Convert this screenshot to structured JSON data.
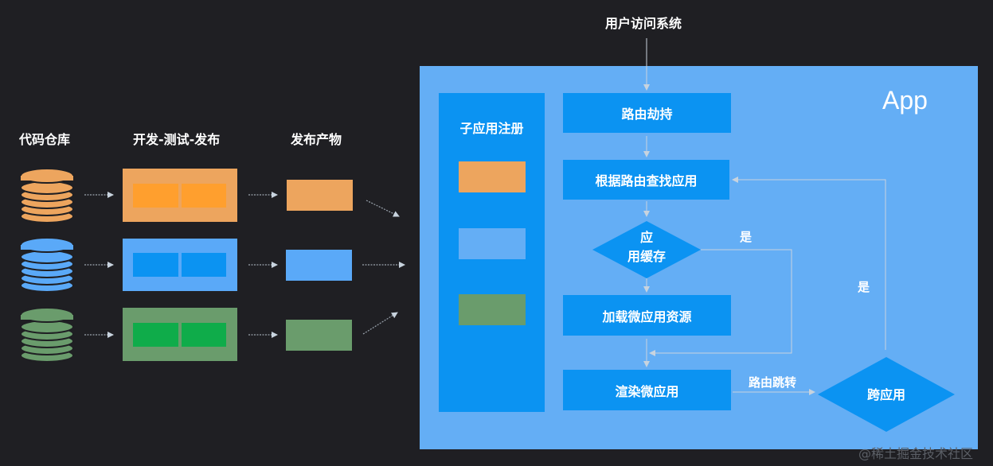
{
  "left_headings": {
    "repo": "代码仓库",
    "pipeline": "开发-测试-发布",
    "artifacts": "发布产物"
  },
  "top_label": "用户访问系统",
  "app_label": "App",
  "registration": {
    "title": "子应用注册"
  },
  "flow": {
    "route_hijack": "路由劫持",
    "find_app": "根据路由查找应用",
    "cache_line1": "应",
    "cache_line2": "用缓存",
    "load_resources": "加载微应用资源",
    "render": "渲染微应用",
    "route_jump": "路由跳转",
    "cross_app": "跨应用",
    "yes_cache": "是",
    "yes_cross": "是"
  },
  "watermark": "@稀土掘金技术社区",
  "colors": {
    "background": "#1f1f23",
    "app_panel": "#64aef5",
    "primary_blue": "#0b93f2",
    "orange": "#eda55e",
    "orange_inner": "#ff9f2e",
    "blue_light": "#5aa9f8",
    "blue_inner": "#0b93f2",
    "green": "#6a9c6c",
    "green_inner": "#0fac4a"
  },
  "icons": [
    "database-icon",
    "arrow-right-icon"
  ]
}
